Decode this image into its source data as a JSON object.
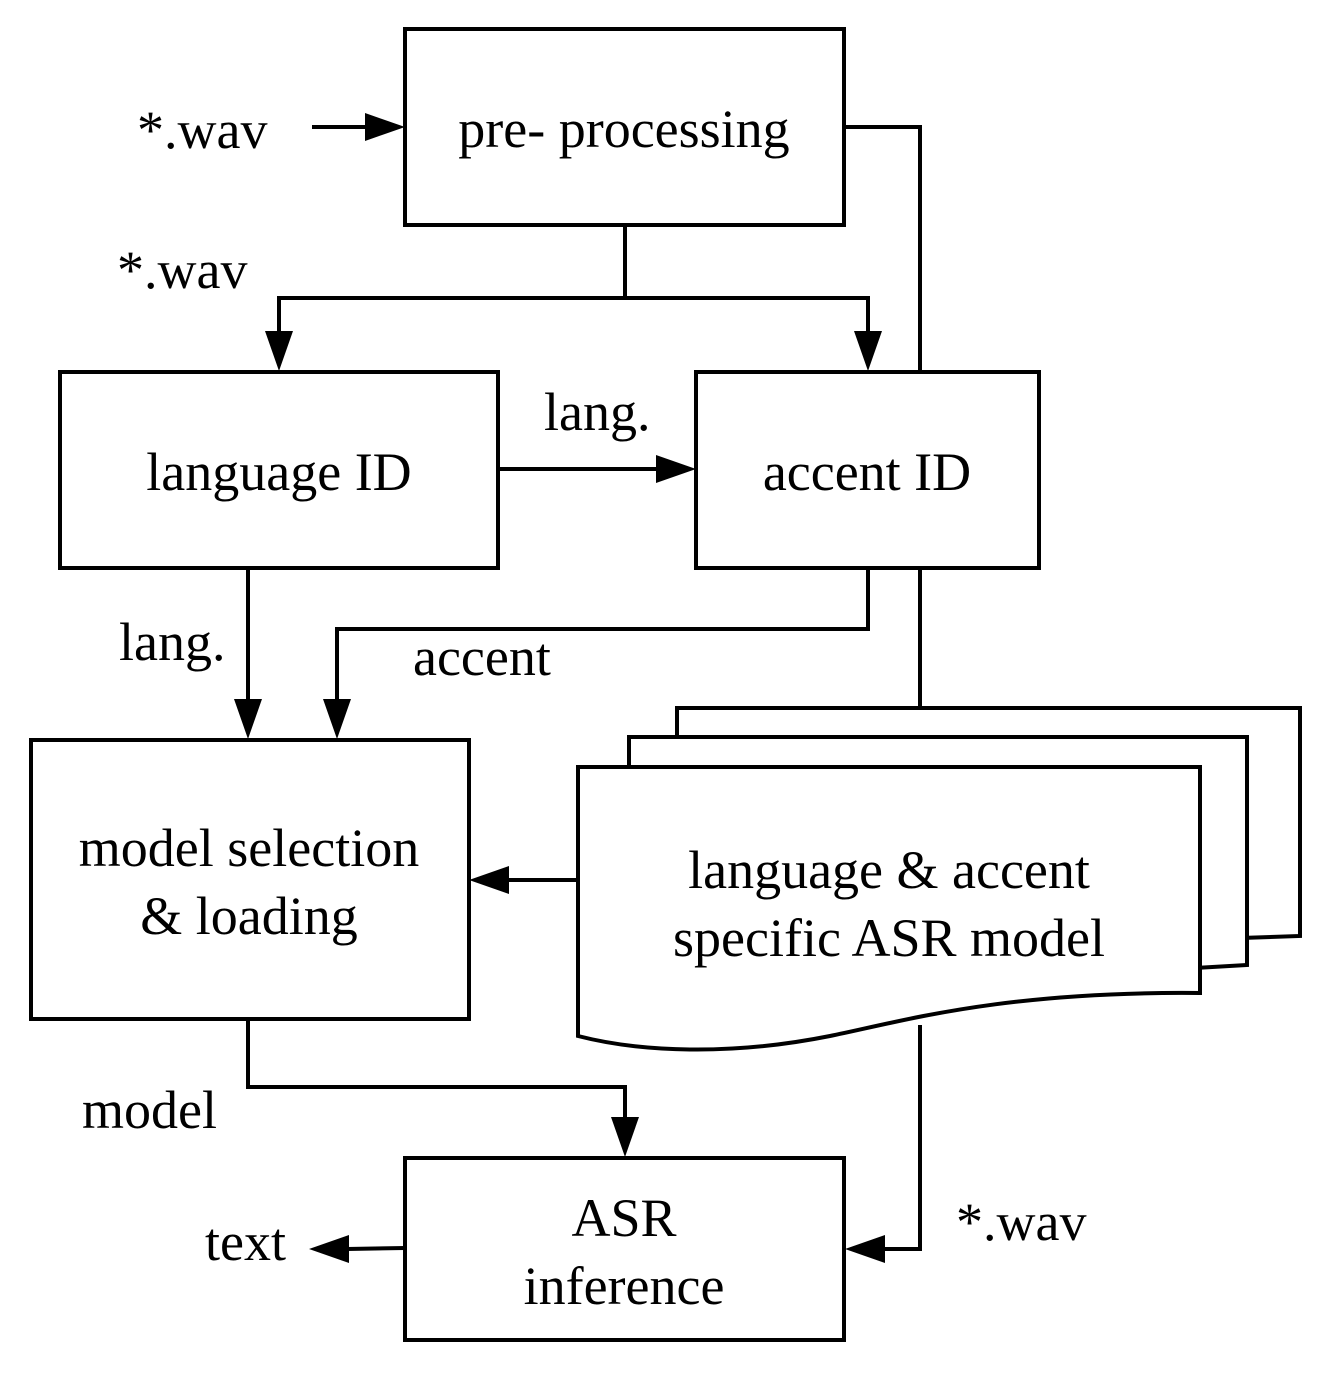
{
  "nodes": {
    "preprocessing": "pre- processing",
    "language_id": "language ID",
    "accent_id": "accent ID",
    "model_selection": [
      "model selection",
      "& loading"
    ],
    "asr_models": [
      "language & accent",
      "specific ASR model"
    ],
    "asr_inference": [
      "ASR",
      "inference"
    ]
  },
  "edges": {
    "input_wav": "*.wav",
    "preproc_wav": "*.wav",
    "lang_to_accent": "lang.",
    "lang_to_selection": "lang.",
    "accent_to_selection": "accent",
    "model_to_inference": "model",
    "models_wav": "*.wav",
    "output_text": "text"
  }
}
